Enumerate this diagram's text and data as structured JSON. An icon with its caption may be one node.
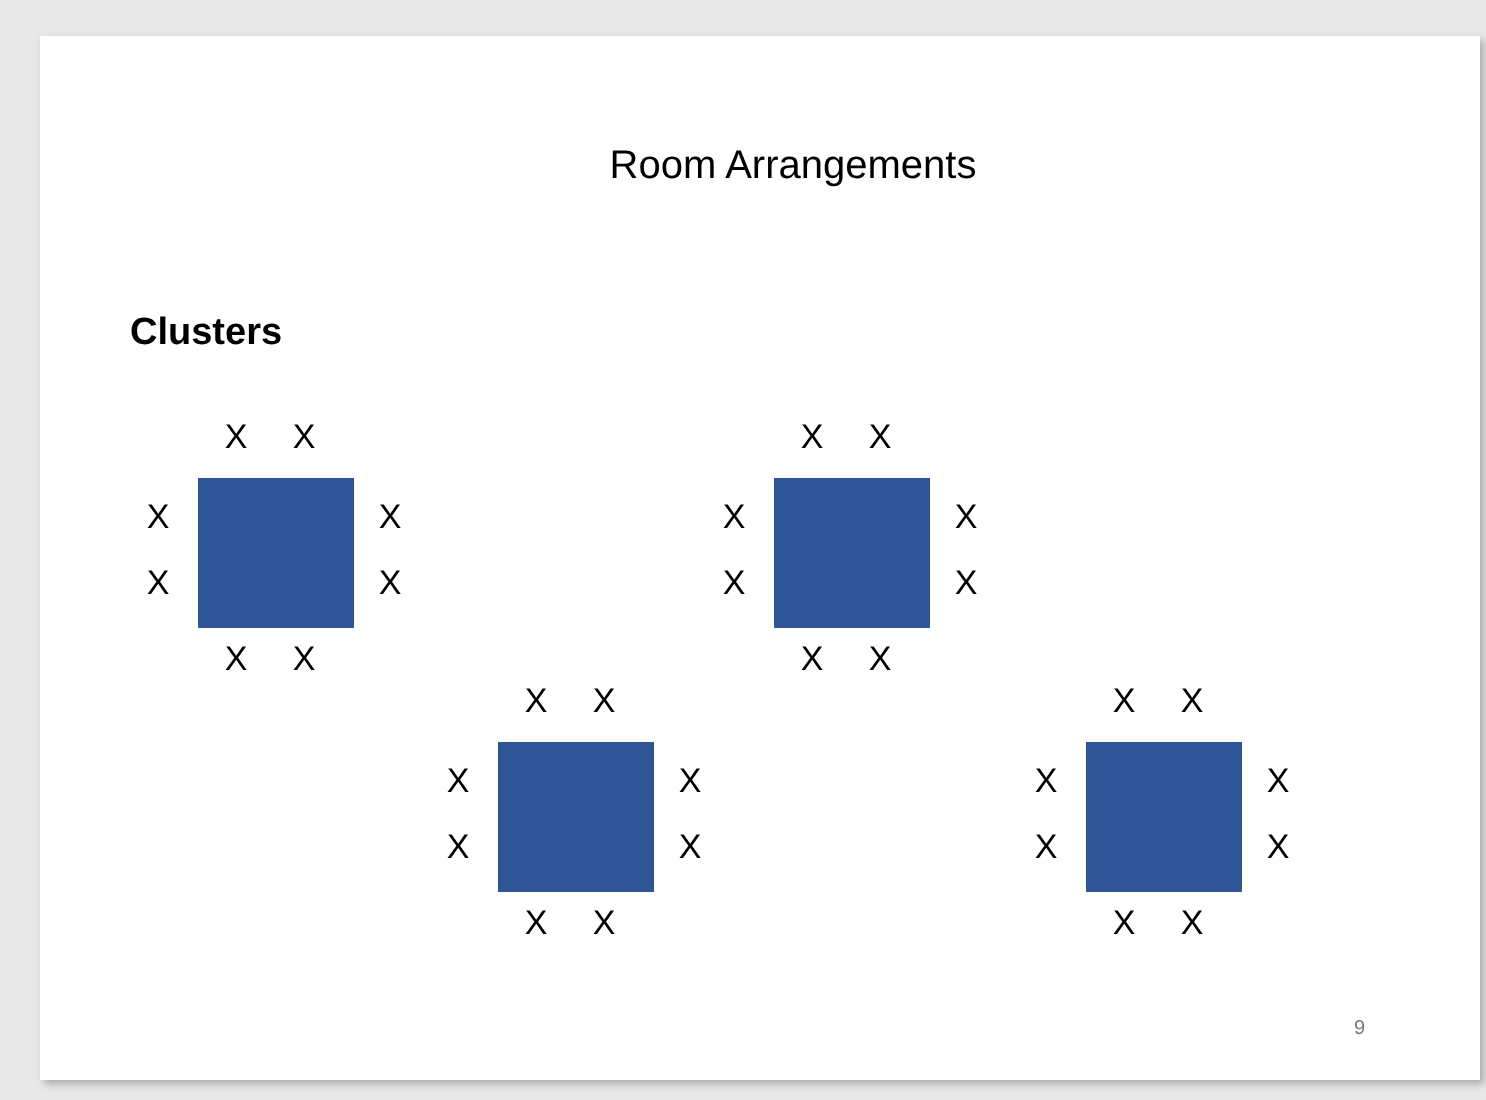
{
  "diagram": {
    "title": "Room Arrangements",
    "nodes": [
      {
        "text": [],
        "shape": "box",
        "beside": [
          "X",
          "X",
          "X",
          "X",
          "X",
          "X",
          "X",
          "X"
        ]
      },
      {
        "text": [],
        "shape": "box",
        "beside": [
          "X",
          "X",
          "X",
          "X",
          "X",
          "X",
          "X",
          "X"
        ]
      },
      {
        "text": [],
        "shape": "box",
        "beside": [
          "X",
          "X",
          "X",
          "X",
          "X",
          "X",
          "X",
          "X"
        ]
      },
      {
        "text": [],
        "shape": "box",
        "beside": [
          "X",
          "X",
          "X",
          "X",
          "X",
          "X",
          "X",
          "X"
        ]
      }
    ],
    "labels": [
      "Clusters",
      "9"
    ]
  }
}
